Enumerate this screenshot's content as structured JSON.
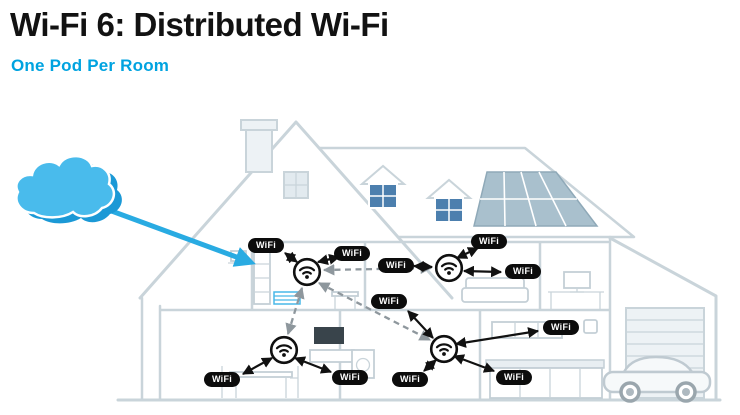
{
  "header": {
    "title": "Wi-Fi 6: Distributed Wi-Fi",
    "subtitle": "One Pod Per Room"
  },
  "diagram": {
    "badge_label": "WiFi",
    "badge_count": 11,
    "pod_count": 4,
    "colors": {
      "accent": "#29ABE2",
      "subtitle": "#00A3E0",
      "badge_bg": "#0C0C0C",
      "badge_text": "#FFFFFF",
      "house_line": "#C9D4DA",
      "mesh_link": "#8E979D",
      "device_link": "#111111",
      "cloud_light": "#49BBEC",
      "cloud_dark": "#1B99D6"
    }
  }
}
